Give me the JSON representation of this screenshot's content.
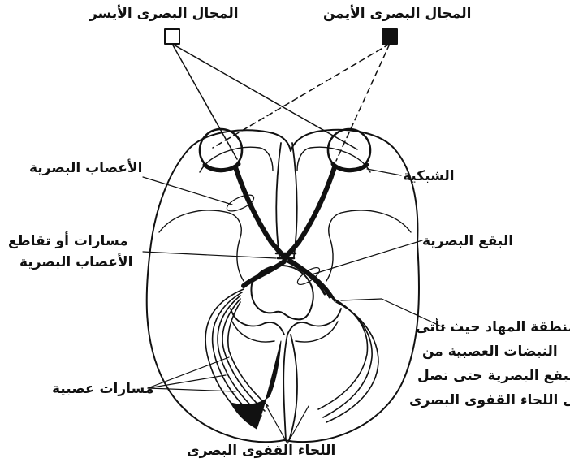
{
  "labels": {
    "left_visual_field": "المجال البصرى الأيسر",
    "right_visual_field": "المجال البصرى الأيمن",
    "optic_nerves": "الأعصاب البصرية",
    "retina": "الشبكية",
    "crossing_line1": "مسارات أو تقاطع",
    "crossing_line2": "الأعصاب البصرية",
    "optic_spot": "البقع البصرية",
    "thalamus_line1": "منطقة المهاد حيث تأتى",
    "thalamus_line2": "النبضات العصبية من",
    "thalamus_line3": "البقع البصرية حتى تصل",
    "thalamus_line4": "إلى اللحاء القفوى البصرى",
    "neural_paths": "مسارات عصبية",
    "visual_cortex": "اللحاء القفوى البصرى"
  },
  "colors": {
    "ink": "#111111",
    "background": "#ffffff"
  }
}
